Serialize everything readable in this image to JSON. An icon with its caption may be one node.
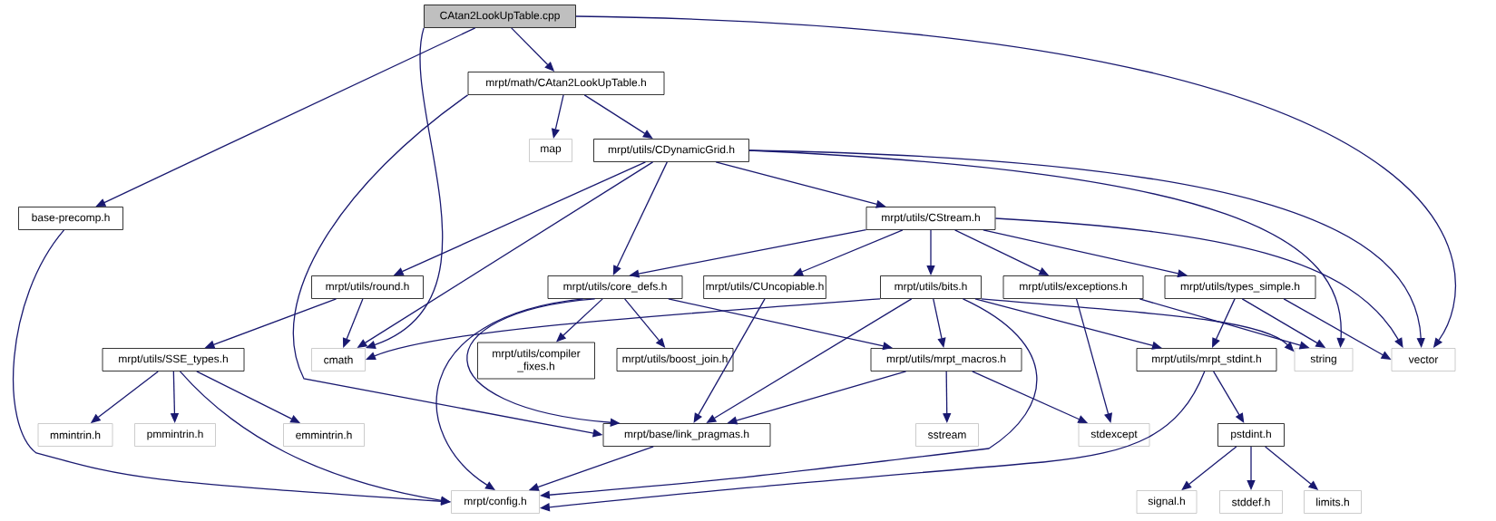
{
  "diagram": {
    "nodes": [
      {
        "text": [
          "CAtan2LookUpTable.cpp"
        ]
      },
      {
        "text": [
          "mrpt/math/CAtan2LookUpTable.h"
        ]
      },
      {
        "text": [
          "base-precomp.h"
        ]
      },
      {
        "text": [
          "map"
        ]
      },
      {
        "text": [
          "mrpt/utils/CDynamicGrid.h"
        ]
      },
      {
        "text": [
          "mrpt/utils/CStream.h"
        ]
      },
      {
        "text": [
          "mrpt/utils/round.h"
        ]
      },
      {
        "text": [
          "mrpt/utils/core_defs.h"
        ]
      },
      {
        "text": [
          "mrpt/utils/CUncopiable.h"
        ]
      },
      {
        "text": [
          "mrpt/utils/bits.h"
        ]
      },
      {
        "text": [
          "mrpt/utils/exceptions.h"
        ]
      },
      {
        "text": [
          "mrpt/utils/types_simple.h"
        ]
      },
      {
        "text": [
          "mrpt/utils/SSE_types.h"
        ]
      },
      {
        "text": [
          "cmath"
        ]
      },
      {
        "text": [
          "mrpt/utils/compiler _fixes.h"
        ]
      },
      {
        "text": [
          "mrpt/utils/boost_join.h"
        ]
      },
      {
        "text": [
          "mrpt/utils/mrpt_macros.h"
        ]
      },
      {
        "text": [
          "mrpt/utils/mrpt_stdint.h"
        ]
      },
      {
        "text": [
          "string"
        ]
      },
      {
        "text": [
          "vector"
        ]
      },
      {
        "text": [
          "mmintrin.h"
        ]
      },
      {
        "text": [
          "pmmintrin.h"
        ]
      },
      {
        "text": [
          "emmintrin.h"
        ]
      },
      {
        "text": [
          "mrpt/base/link_pragmas.h"
        ]
      },
      {
        "text": [
          "sstream"
        ]
      },
      {
        "text": [
          "stdexcept"
        ]
      },
      {
        "text": [
          "pstdint.h"
        ]
      },
      {
        "text": [
          "mrpt/config.h"
        ]
      },
      {
        "text": [
          "signal.h"
        ]
      },
      {
        "text": [
          "stddef.h"
        ]
      },
      {
        "text": [
          "limits.h"
        ]
      }
    ],
    "edges": [
      {
        "from": 0,
        "to": 1,
        "arrow": "to"
      },
      {
        "from": 0,
        "to": 2,
        "arrow": "to"
      },
      {
        "from": 0,
        "to": 13,
        "arrow": "to"
      },
      {
        "from": 0,
        "to": 19,
        "arrow": "to"
      },
      {
        "from": 1,
        "to": 3,
        "arrow": "to"
      },
      {
        "from": 1,
        "to": 4,
        "arrow": "to"
      },
      {
        "from": 1,
        "to": 23,
        "arrow": "to"
      },
      {
        "from": 2,
        "to": 27,
        "arrow": "to"
      },
      {
        "from": 4,
        "to": 6,
        "arrow": "to"
      },
      {
        "from": 4,
        "to": 13,
        "arrow": "to"
      },
      {
        "from": 4,
        "to": 7,
        "arrow": "to"
      },
      {
        "from": 4,
        "to": 5,
        "arrow": "to"
      },
      {
        "from": 4,
        "to": 18,
        "arrow": "to"
      },
      {
        "from": 4,
        "to": 19,
        "arrow": "to"
      },
      {
        "from": 5,
        "to": 7,
        "arrow": "to"
      },
      {
        "from": 5,
        "to": 8,
        "arrow": "to"
      },
      {
        "from": 5,
        "to": 9,
        "arrow": "to"
      },
      {
        "from": 5,
        "to": 10,
        "arrow": "to"
      },
      {
        "from": 5,
        "to": 11,
        "arrow": "to"
      },
      {
        "from": 5,
        "to": 19,
        "arrow": "to"
      },
      {
        "from": 6,
        "to": 13,
        "arrow": "to"
      },
      {
        "from": 6,
        "to": 12,
        "arrow": "to"
      },
      {
        "from": 7,
        "to": 27,
        "arrow": "to"
      },
      {
        "from": 7,
        "to": 23,
        "arrow": "to"
      },
      {
        "from": 7,
        "to": 14,
        "arrow": "to"
      },
      {
        "from": 7,
        "to": 15,
        "arrow": "to"
      },
      {
        "from": 7,
        "to": 16,
        "arrow": "to"
      },
      {
        "from": 8,
        "to": 23,
        "arrow": "to"
      },
      {
        "from": 9,
        "to": 13,
        "arrow": "to"
      },
      {
        "from": 9,
        "to": 23,
        "arrow": "to"
      },
      {
        "from": 9,
        "to": 16,
        "arrow": "to"
      },
      {
        "from": 9,
        "to": 27,
        "arrow": "to"
      },
      {
        "from": 9,
        "to": 17,
        "arrow": "to"
      },
      {
        "from": 9,
        "to": 18,
        "arrow": "to"
      },
      {
        "from": 10,
        "to": 18,
        "arrow": "to"
      },
      {
        "from": 10,
        "to": 25,
        "arrow": "to"
      },
      {
        "from": 11,
        "to": 17,
        "arrow": "to"
      },
      {
        "from": 11,
        "to": 18,
        "arrow": "to"
      },
      {
        "from": 11,
        "to": 19,
        "arrow": "to"
      },
      {
        "from": 12,
        "to": 20,
        "arrow": "to"
      },
      {
        "from": 12,
        "to": 21,
        "arrow": "to"
      },
      {
        "from": 12,
        "to": 27,
        "arrow": "to"
      },
      {
        "from": 12,
        "to": 22,
        "arrow": "to"
      },
      {
        "from": 16,
        "to": 23,
        "arrow": "to"
      },
      {
        "from": 16,
        "to": 24,
        "arrow": "to"
      },
      {
        "from": 16,
        "to": 25,
        "arrow": "to"
      },
      {
        "from": 17,
        "to": 26,
        "arrow": "to"
      },
      {
        "from": 17,
        "to": 27,
        "arrow": "to"
      },
      {
        "from": 23,
        "to": 27,
        "arrow": "to"
      },
      {
        "from": 26,
        "to": 28,
        "arrow": "to"
      },
      {
        "from": 26,
        "to": 29,
        "arrow": "to"
      },
      {
        "from": 26,
        "to": 30,
        "arrow": "to"
      }
    ]
  }
}
